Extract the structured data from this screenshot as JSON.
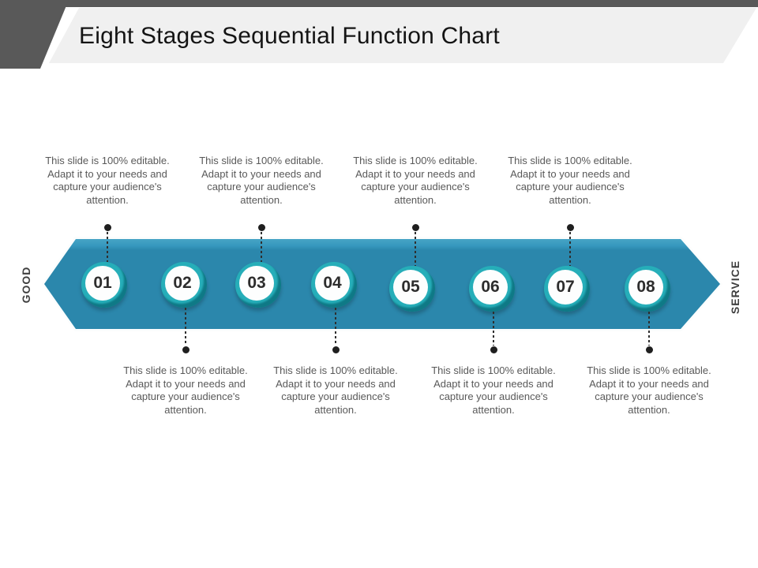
{
  "slide": {
    "title": "Eight Stages Sequential Function Chart",
    "left_axis_label": "GOOD",
    "right_axis_label": "SERVICE"
  },
  "colors": {
    "header_band": "#595959",
    "title_plate": "#f0f0f0",
    "arrow_main": "#2b87ac",
    "arrow_highlight": "#3b9dc2",
    "circle_ring": "#26aeb9",
    "circle_ring_shadow": "#0e7683",
    "connector": "#2f2f2f",
    "body_text": "#595959"
  },
  "stages": [
    {
      "number": "01",
      "position": "top",
      "description": "This slide is 100% editable. Adapt it to your needs and capture your audience's attention."
    },
    {
      "number": "02",
      "position": "bottom",
      "description": "This slide is 100% editable. Adapt it to your needs and capture your audience's attention."
    },
    {
      "number": "03",
      "position": "top",
      "description": "This slide is 100% editable. Adapt it to your needs and capture your audience's attention."
    },
    {
      "number": "04",
      "position": "bottom",
      "description": "This slide is 100% editable. Adapt it to your needs and capture your audience's attention."
    },
    {
      "number": "05",
      "position": "top",
      "description": "This slide is 100% editable. Adapt it to your needs and capture your audience's attention."
    },
    {
      "number": "06",
      "position": "bottom",
      "description": "This slide is 100% editable. Adapt it to your needs and capture your audience's attention."
    },
    {
      "number": "07",
      "position": "top",
      "description": "This slide is 100% editable. Adapt it to your needs and capture your audience's attention."
    },
    {
      "number": "08",
      "position": "bottom",
      "description": "This slide is 100% editable. Adapt it to your needs and capture your audience's attention."
    }
  ]
}
